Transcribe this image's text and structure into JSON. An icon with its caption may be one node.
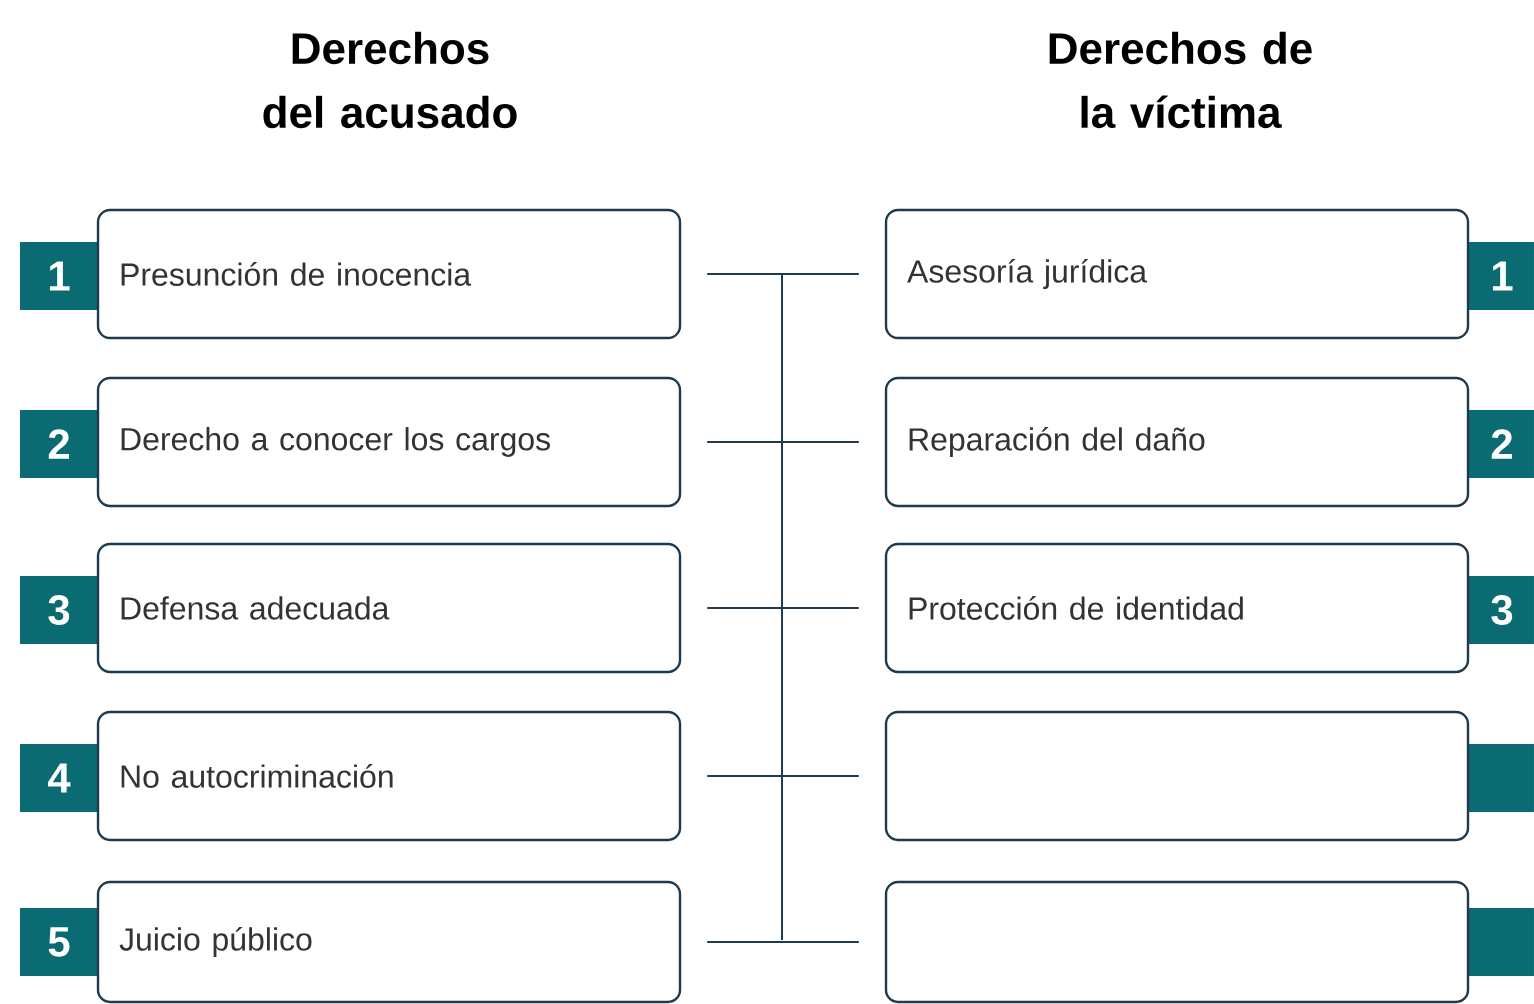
{
  "diagram": {
    "nodes": [
      {
        "text": [
          "Presunción de inocencia"
        ]
      },
      {
        "text": [
          "Derecho a conocer los cargos"
        ]
      },
      {
        "text": [
          "Defensa adecuada"
        ]
      },
      {
        "text": [
          "No autocriminación"
        ]
      },
      {
        "text": [
          "Juicio público"
        ]
      },
      {
        "text": [
          "Asesoría jurídica"
        ]
      },
      {
        "text": [
          "Reparación del daño"
        ]
      },
      {
        "text": [
          "Protección de identidad"
        ]
      },
      {
        "text": [],
        "shape": "box"
      },
      {
        "text": [],
        "shape": "box"
      }
    ],
    "edges": [
      {
        "from": 0,
        "to": 5,
        "arrow": "none"
      },
      {
        "from": 1,
        "to": 6,
        "arrow": "none"
      },
      {
        "from": 2,
        "to": 7,
        "arrow": "none"
      },
      {
        "from": 3,
        "to": 8,
        "arrow": "none"
      },
      {
        "from": 4,
        "to": 9,
        "arrow": "none"
      }
    ],
    "labels": [
      "Derechos del acusado",
      "Derechos de la víctima",
      "1",
      "1",
      "2",
      "2",
      "3",
      "3",
      "4",
      "5"
    ]
  }
}
